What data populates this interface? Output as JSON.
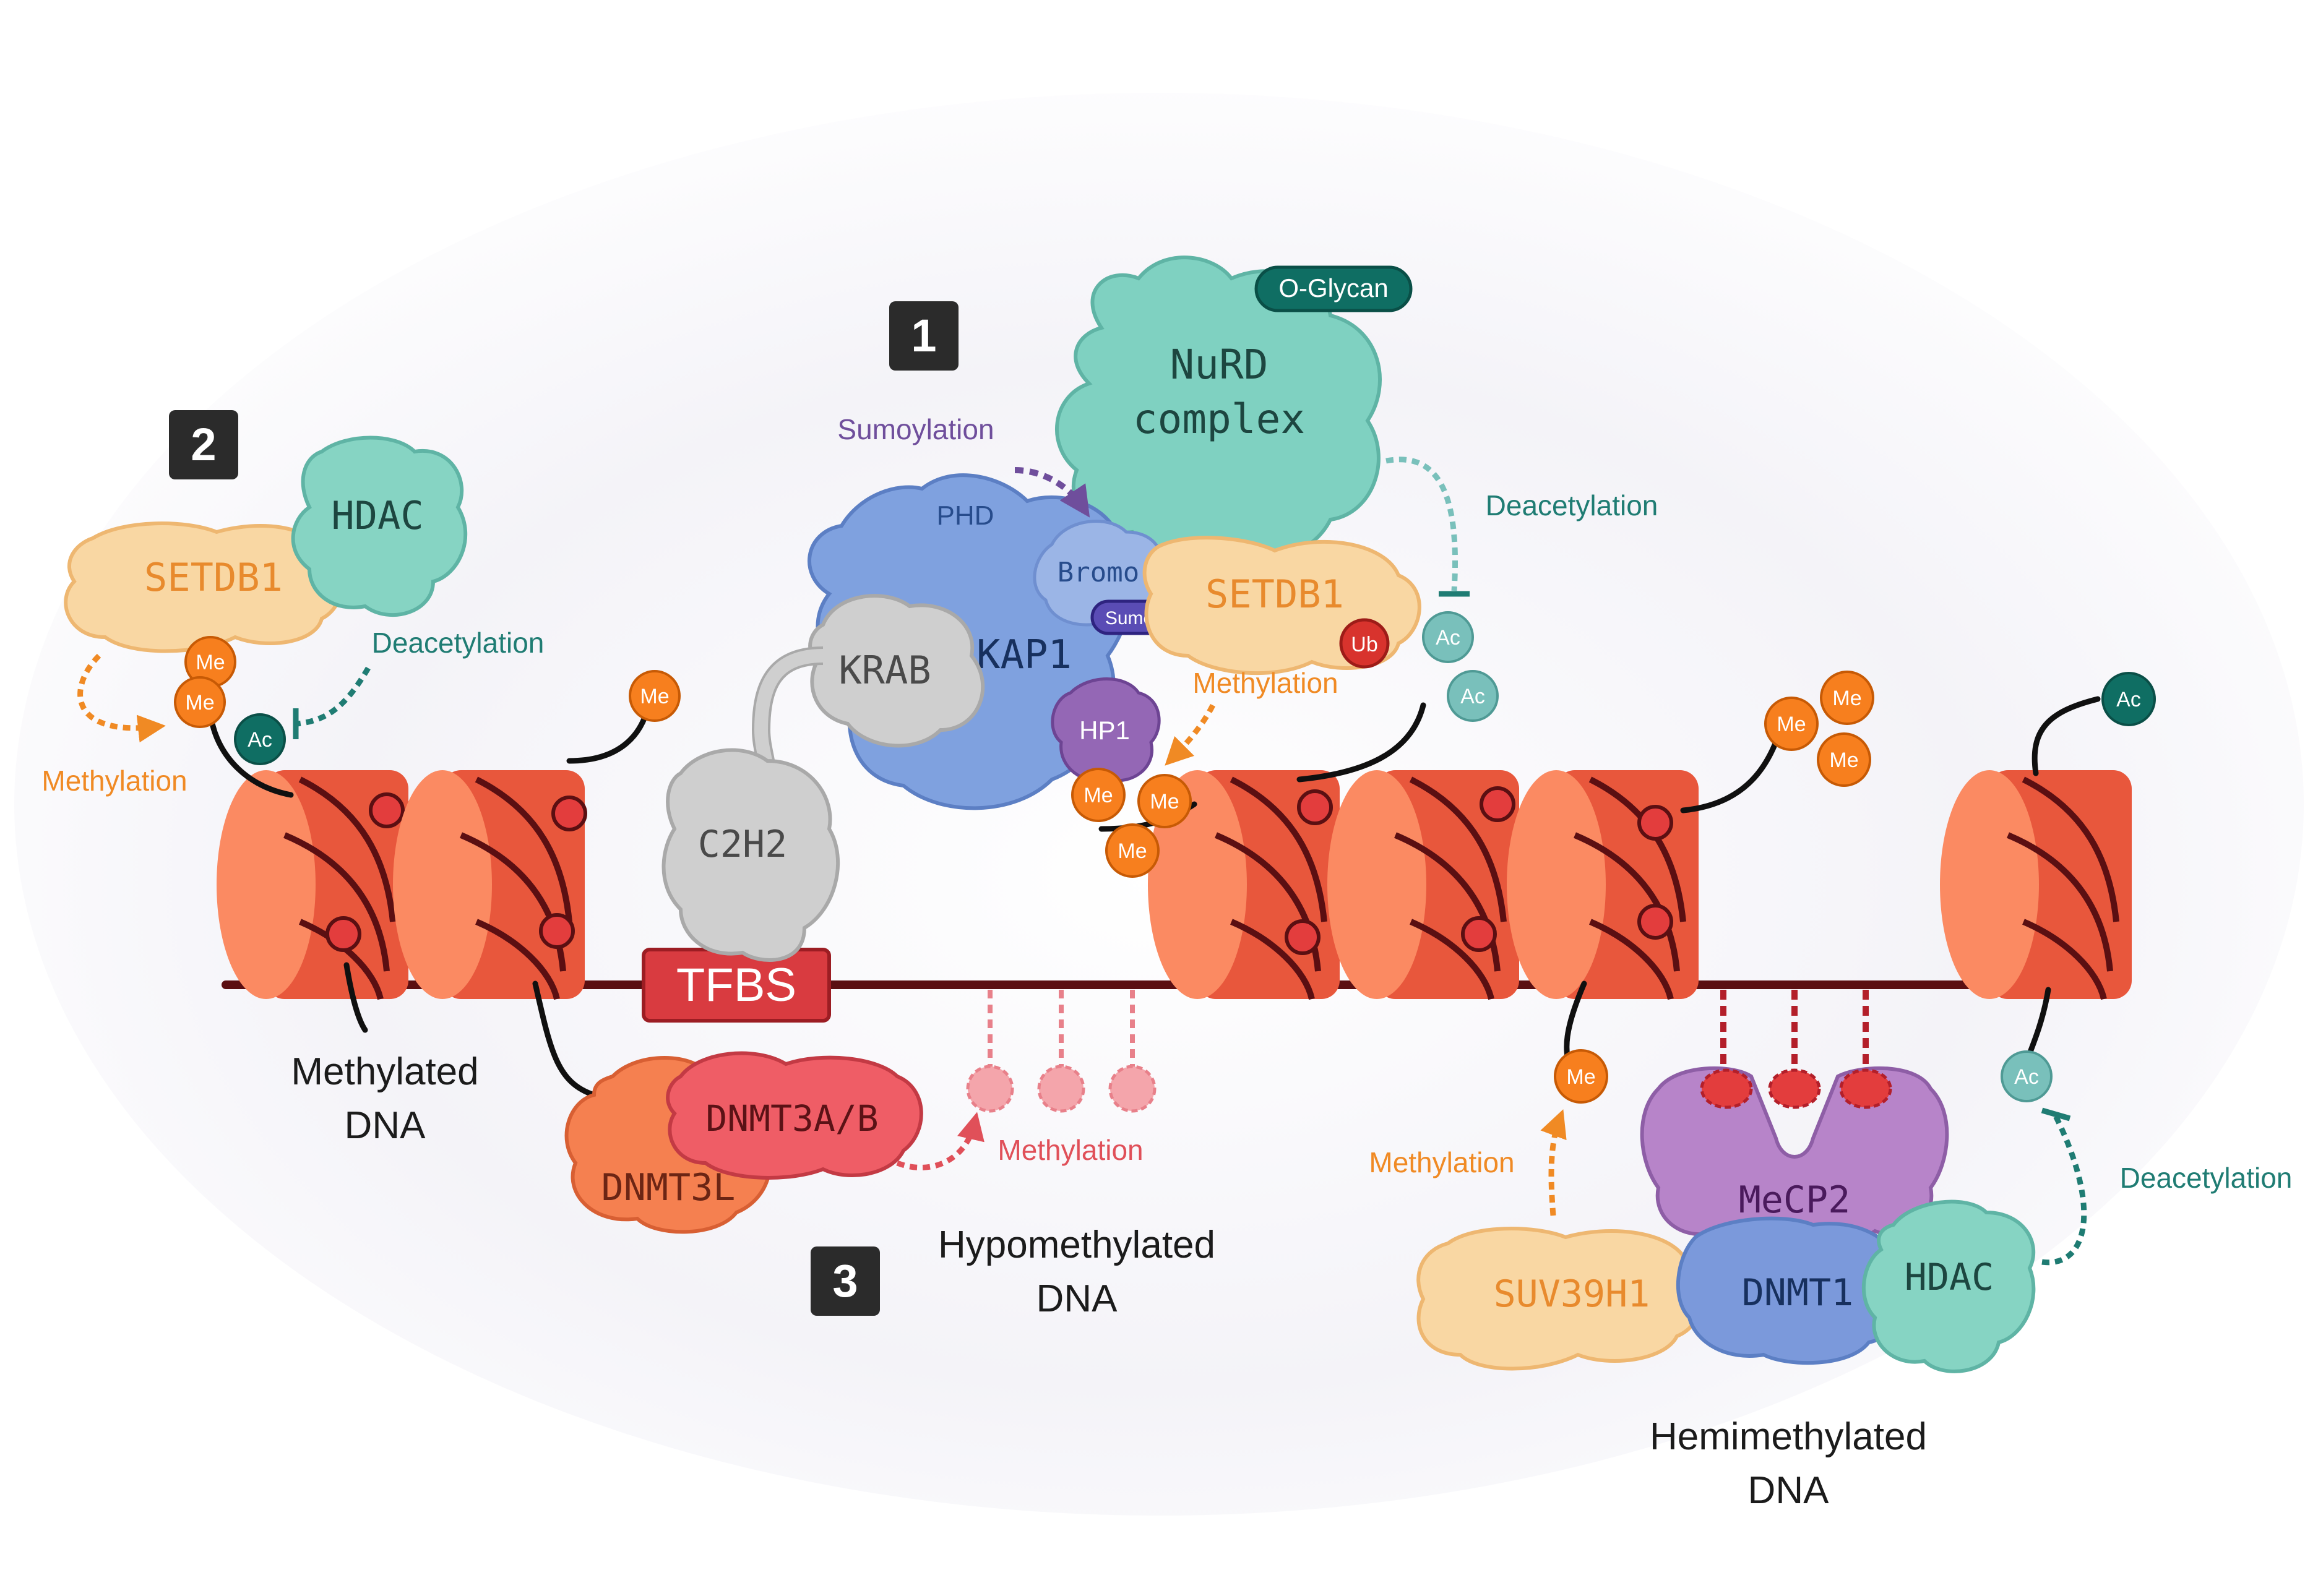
{
  "panels": {
    "one": "1",
    "two": "2",
    "three": "3"
  },
  "proteins": {
    "nurd_line1": "NuRD",
    "nurd_line2": "complex",
    "o_glycan": "O-Glycan",
    "phd": "PHD",
    "bromo": "Bromo",
    "kap1": "KAP1",
    "sumo": "Sumo",
    "ub": "Ub",
    "krab": "KRAB",
    "c2h2": "C2H2",
    "hp1": "HP1",
    "setdb1": "SETDB1",
    "hdac": "HDAC",
    "dnmt3ab": "DNMT3A/B",
    "dnmt3l": "DNMT3L",
    "mecp2": "MeCP2",
    "dnmt1": "DNMT1",
    "suv39h1": "SUV39H1"
  },
  "marks": {
    "me": "Me",
    "ac": "Ac"
  },
  "tfbs": "TFBS",
  "processes": {
    "sumoylation": "Sumoylation",
    "deacetylation": "Deacetylation",
    "methylation": "Methylation"
  },
  "dna_labels": {
    "methylated_1": "Methylated",
    "methylated_2": "DNA",
    "hypomethylated_1": "Hypomethylated",
    "hypomethylated_2": "DNA",
    "hemimethylated_1": "Hemimethylated",
    "hemimethylated_2": "DNA"
  },
  "colors": {
    "nucleosome": "#f26a4b",
    "nucleosome_face": "#fb8a62",
    "dna": "#5b0f12",
    "methyl": "#f77f1e",
    "acetyl_dark": "#0f6e63",
    "acetyl_light": "#79c0bb",
    "kap1": "#7fa1df",
    "nurd": "#7fd1c1",
    "setdb1": "#f9d7a3",
    "hdac": "#86d4c3",
    "krab": "#cfcfcf",
    "hp1": "#9467b5",
    "mecp2": "#b784c9",
    "dnmt1": "#7b99db",
    "dnmt3ab": "#ef5d66",
    "dnmt3l": "#f58050",
    "tfbs": "#d93b40",
    "sumo": "#5a4cb5",
    "ub": "#d8332d",
    "methylation_text": "#f08a24",
    "deacetylation_text": "#1f7c73",
    "sumoylation_text": "#6f4e9c"
  }
}
